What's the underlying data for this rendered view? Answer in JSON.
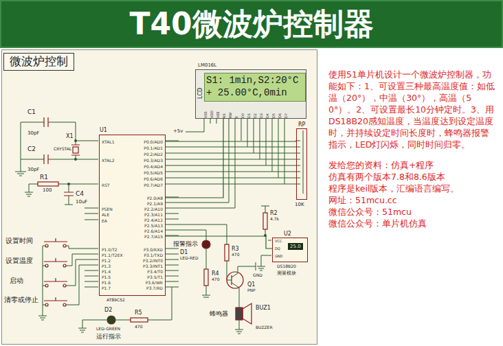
{
  "diagram": {
    "title": "T40微波炉控制器",
    "nodes": [
      {
        "text": [
          "微波炉控制"
        ]
      },
      {
        "text": [
          "LM016L",
          "S1: 1min,S2:20°C",
          "+ 25.00°C,0min",
          "VSS",
          "VDD",
          "VEE",
          "RS",
          "RW",
          "E",
          "D0",
          "D1",
          "D2",
          "D3",
          "D4",
          "D5",
          "D6",
          "D7",
          "LCD"
        ],
        "in": 0
      },
      {
        "text": [
          "U1",
          "XTAL1",
          "XTAL2",
          "RST",
          "PSEN",
          "ALE",
          "EA",
          "P1.0/T2",
          "P1.1/T2EX",
          "P1.2",
          "P1.3",
          "P1.4",
          "P1.5",
          "P1.6",
          "P1.7",
          "P0.0/AD0",
          "P0.1/AD1",
          "P0.2/AD2",
          "P0.3/AD3",
          "P0.4/AD4",
          "P0.5/AD5",
          "P0.6/AD6",
          "P0.7/AD7",
          "P2.0/A8",
          "P2.1/A9",
          "P2.2/A10",
          "P2.3/A11",
          "P2.4/A12",
          "P2.5/A13",
          "P2.6/A14",
          "P2.7/A15",
          "P3.0/RXD",
          "P3.1/TXD",
          "P3.2/INT0",
          "P3.3/INT1",
          "P3.4/T0",
          "P3.5/T1",
          "P3.6/WR",
          "P3.7/RD",
          "AT89C52"
        ],
        "in": 0
      },
      {
        "text": [
          "RP",
          "10K"
        ],
        "in": 0
      },
      {
        "text": [
          "U2",
          "VCC",
          "DQ",
          "GND",
          "25.0",
          "DS18B20",
          "测量模块"
        ],
        "in": 0
      }
    ],
    "edges": [
      {
        "from": 2,
        "to": 1,
        "arrow": "none"
      },
      {
        "from": 2,
        "to": 3,
        "arrow": "none"
      },
      {
        "from": 2,
        "to": 4,
        "arrow": "none"
      }
    ],
    "labels": [
      "C1",
      "30pF",
      "C2",
      "30pF",
      "X1",
      "CRYSTAL",
      "R1",
      "100",
      "C4",
      "10uF",
      "设置时间",
      "设置温度",
      "启动",
      "清零或停止",
      "D1",
      "报警指示",
      "LED-RED",
      "R3",
      "470",
      "R4",
      "470",
      "Q1",
      "PNP",
      "BUZ1",
      "BUZZER",
      "蜂鸣器",
      "R2",
      "4.7k",
      "D2",
      "LED-GREEN",
      "运行指示",
      "R5",
      "470",
      "+5v",
      "GND",
      "使用51单片机设计一个微波炉控制器，功能如下：1、可设置三种最高温度值：如低温（20°），中温（30°），高温（50°）。2、可设置最长10分钟定时。3、用DS18B20感知温度，当温度达到设定温度时，并持续设定时间长度时，蜂鸣器报警指示，LED灯闪烁，同时时间归零。",
      "发给您的资料：仿真+程序",
      "仿真有两个版本7.8和8.6版本",
      "程序是keil版本，汇编语言编写。",
      "网址：51mcu.cc",
      "微信公众号：51mcu",
      "微信公众号：单片机仿真"
    ]
  }
}
